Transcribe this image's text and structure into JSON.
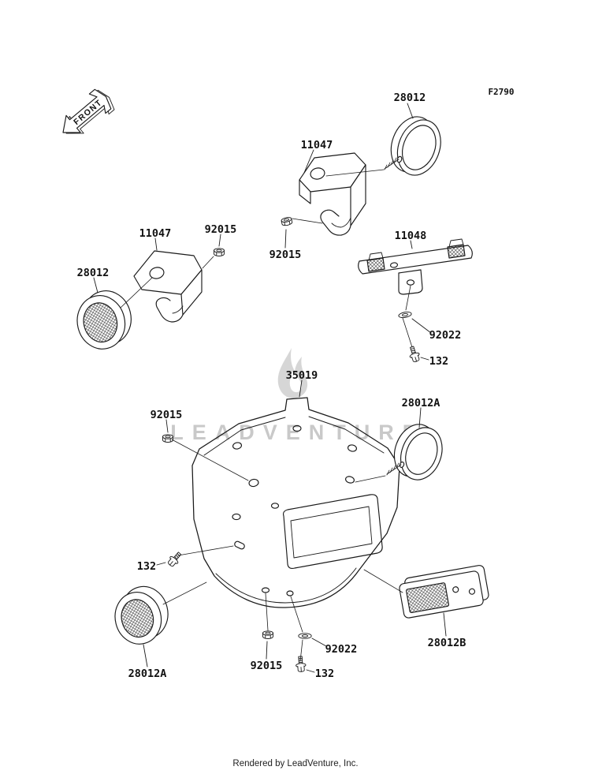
{
  "diagram": {
    "code": "F2790",
    "front_label": "FRONT",
    "watermark": "LEADVENTURE",
    "footer": "Rendered by LeadVenture, Inc."
  },
  "parts": {
    "reflector_top_right": "28012",
    "bracket_top": "11047",
    "nut_top": "92015",
    "bracket_left": "11047",
    "nut_left": "92015",
    "reflector_left": "28012",
    "stay_bracket": "11048",
    "washer_right": "92022",
    "bolt_right": "132",
    "main_bracket": "35019",
    "reflector_mid_right": "28012A",
    "nut_mid": "92015",
    "bolt_left": "132",
    "reflector_bottom_left": "28012A",
    "nut_bottom": "92015",
    "washer_bottom": "92022",
    "bolt_bottom": "132",
    "reflector_rect": "28012B"
  }
}
